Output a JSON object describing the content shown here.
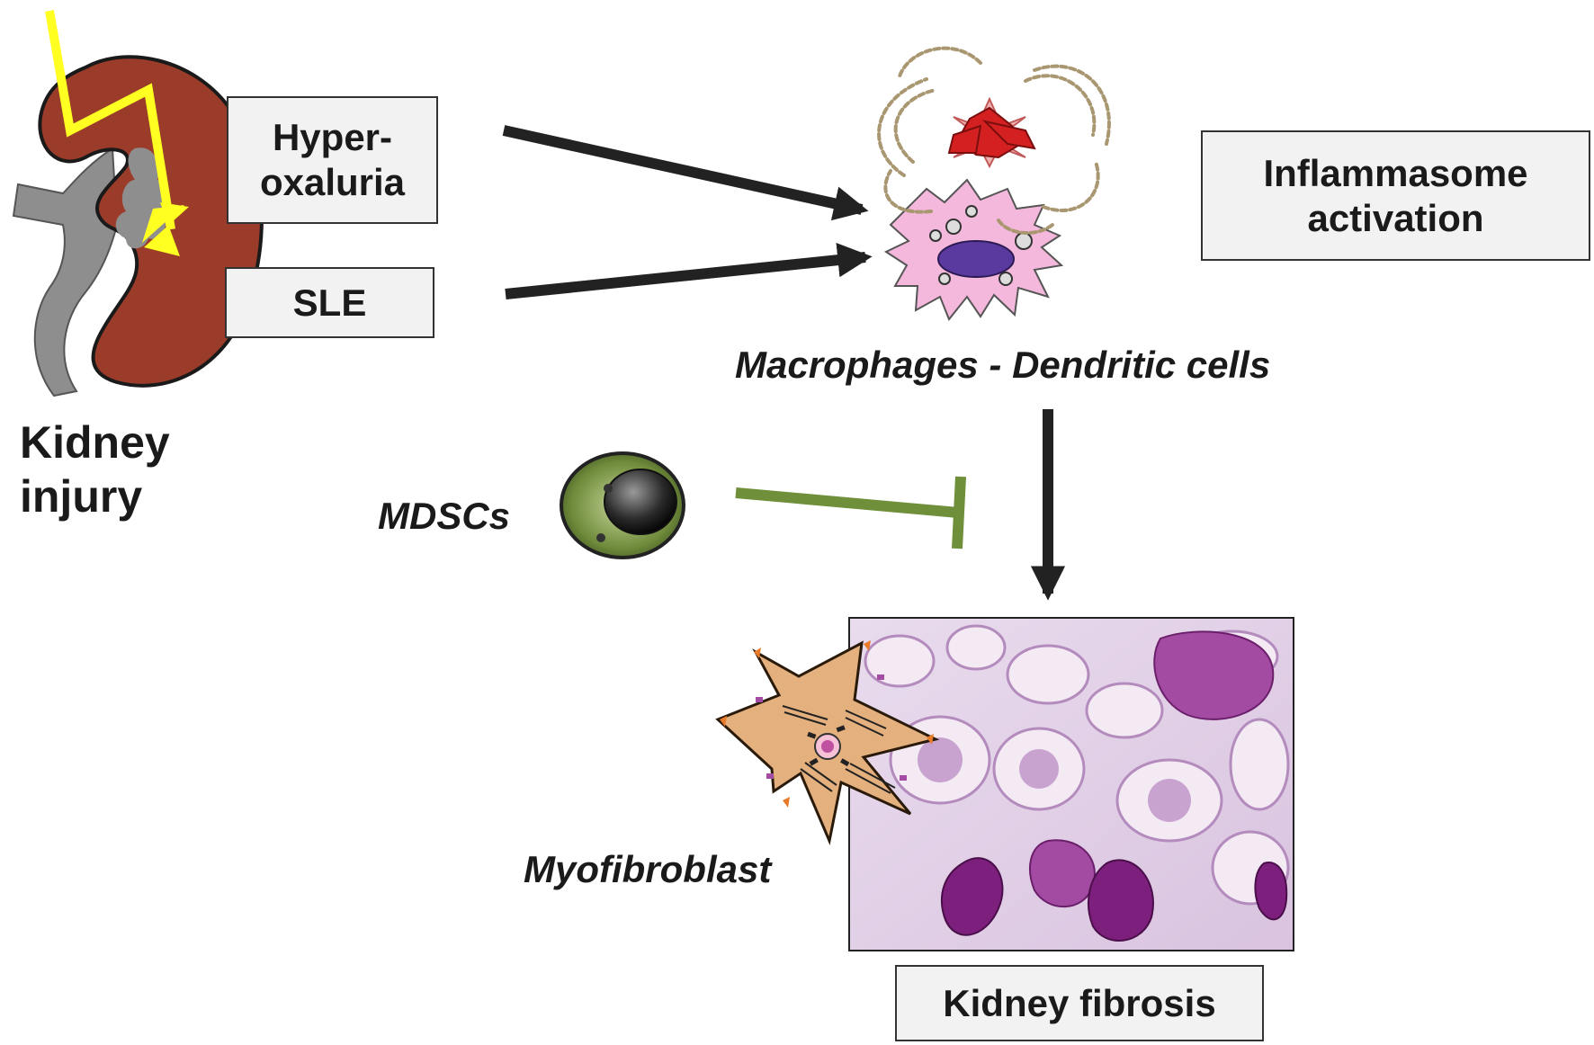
{
  "left": {
    "kidney_label_line1": "Kidney",
    "kidney_label_line2": "injury"
  },
  "boxes": {
    "hyperoxaluria_line1": "Hyper-",
    "hyperoxaluria_line2": "oxaluria",
    "sle": "SLE",
    "inflammasome_line1": "Inflammasome",
    "inflammasome_line2": "activation",
    "fibrosis": "Kidney fibrosis"
  },
  "labels": {
    "macrophages": "Macrophages - Dendritic cells",
    "mdsc": "MDSCs",
    "myofibroblast": "Myofibroblast"
  },
  "colors": {
    "kidney": "#9b3c2a",
    "hilum": "#8a8a8a",
    "lightning": "#ffff22",
    "arrow": "#222222",
    "inhibit": "#6f8f3a",
    "macrophage": "#f4b8dc",
    "nucleus": "#5b3aa0",
    "inflammasome_core": "#d42020",
    "crystal": "#b9a88a",
    "mdsc_outer": "#6e8a3a",
    "myofibroblast": "#e4b07e",
    "tissue_bg": "#e6d6ea",
    "tissue_dark": "#8a2f8a"
  },
  "icons": {
    "kidney": "kidney-icon",
    "lightning": "lightning-bolt-icon",
    "macrophage": "macrophage-cell-icon",
    "inflammasome": "inflammasome-icon",
    "mdsc": "mdsc-cell-icon",
    "myofibroblast": "myofibroblast-cell-icon",
    "histology": "kidney-histology-image"
  }
}
